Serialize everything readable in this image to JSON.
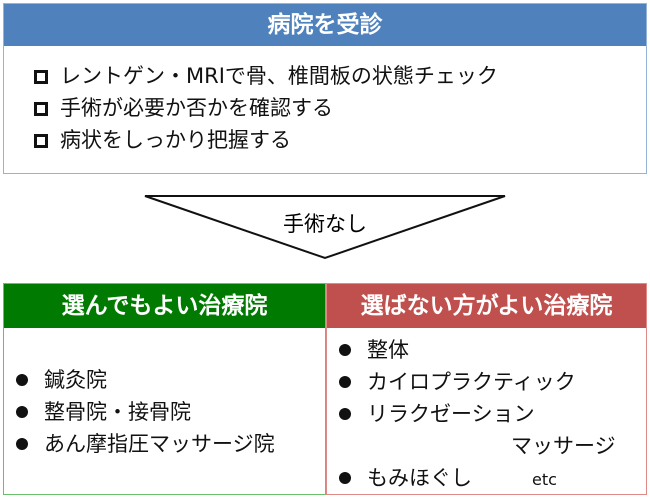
{
  "top_box": {
    "title": "病院を受診",
    "items": [
      "レントゲン・MRIで骨、椎間板の状態チェック",
      "手術が必要か否かを確認する",
      "病状をしっかり把握する"
    ]
  },
  "arrow": {
    "label": "手術なし"
  },
  "good_box": {
    "title": "選んでもよい治療院",
    "items": [
      "鍼灸院",
      "整骨院・接骨院",
      "あん摩指圧マッサージ院"
    ]
  },
  "bad_box": {
    "title": "選ばない方がよい治療院",
    "items": [
      "整体",
      "カイロプラクティック",
      "リラクゼーション",
      "マッサージ",
      "もみほぐし"
    ],
    "etc": "etc"
  },
  "colors": {
    "blue": "#4f81bd",
    "green": "#007a00",
    "red": "#c0504d"
  }
}
